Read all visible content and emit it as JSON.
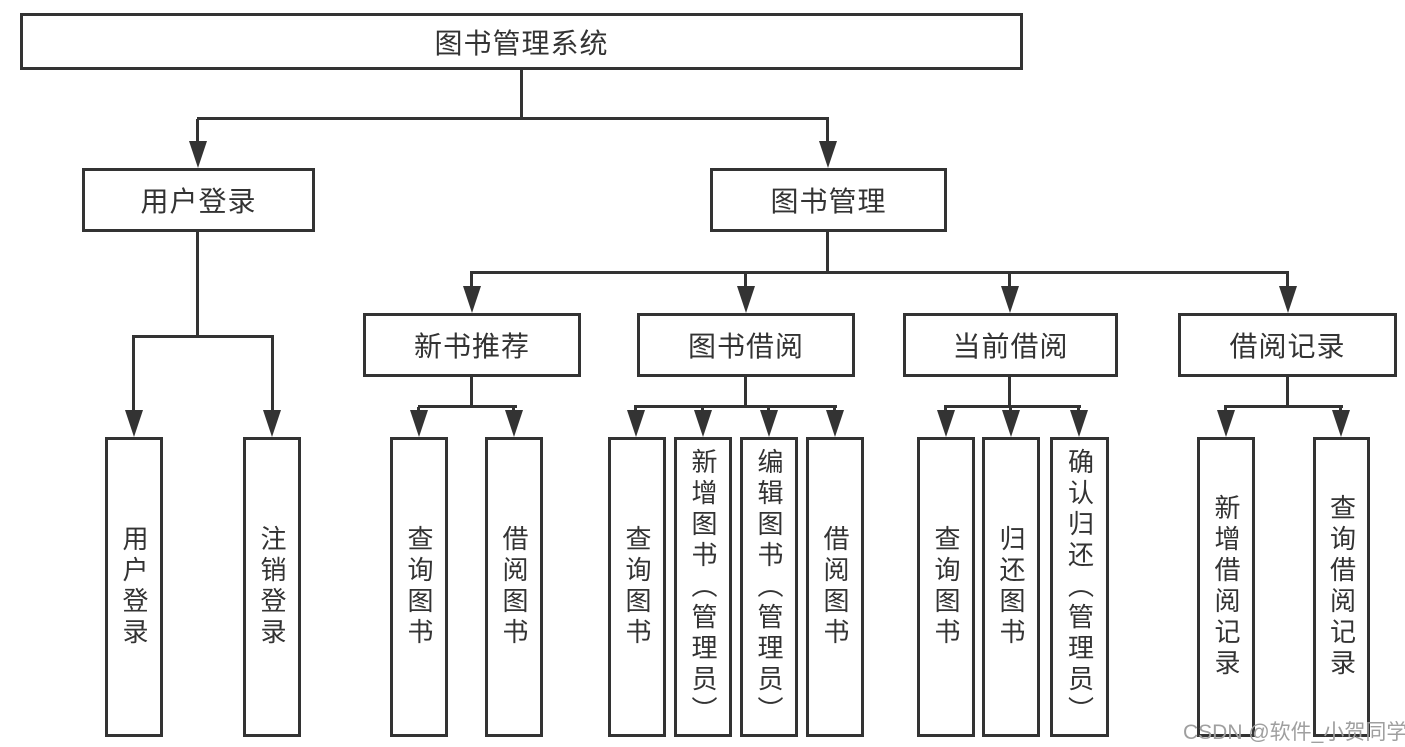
{
  "diagram": {
    "root": {
      "label": "图书管理系统"
    },
    "level2": [
      {
        "label": "用户登录",
        "children": [
          {
            "label": "用户登录"
          },
          {
            "label": "注销登录"
          }
        ]
      },
      {
        "label": "图书管理",
        "children": [
          {
            "label": "新书推荐",
            "children": [
              {
                "label": "查询图书"
              },
              {
                "label": "借阅图书"
              }
            ]
          },
          {
            "label": "图书借阅",
            "children": [
              {
                "label": "查询图书"
              },
              {
                "label": "新增图书（管理员）"
              },
              {
                "label": "编辑图书（管理员）"
              },
              {
                "label": "借阅图书"
              }
            ]
          },
          {
            "label": "当前借阅",
            "children": [
              {
                "label": "查询图书"
              },
              {
                "label": "归还图书"
              },
              {
                "label": "确认归还（管理员）"
              }
            ]
          },
          {
            "label": "借阅记录",
            "children": [
              {
                "label": "新增借阅记录"
              },
              {
                "label": "查询借阅记录"
              }
            ]
          }
        ]
      }
    ]
  },
  "watermark": {
    "text": "CSDN @软件_小贺同学"
  },
  "colors": {
    "line": "#333333",
    "text": "#333333",
    "watermark": "#9f9f9f",
    "background": "#ffffff"
  }
}
